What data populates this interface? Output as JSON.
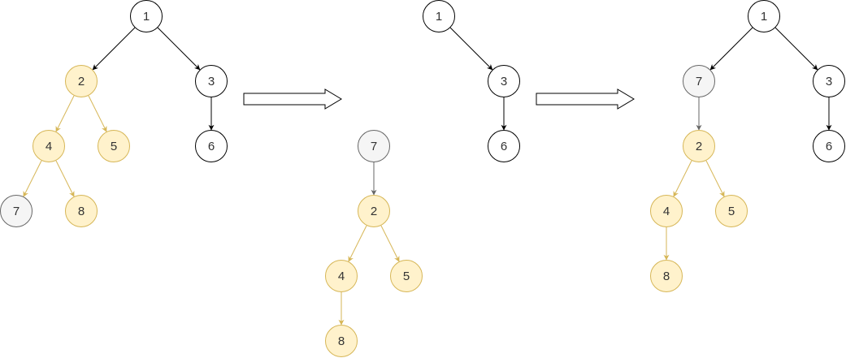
{
  "colors": {
    "default_fill": "#ffffff",
    "default_stroke": "#000000",
    "highlight_fill": "#fff2cc",
    "highlight_stroke": "#d6b656",
    "moved_fill": "#f5f5f5",
    "moved_stroke": "#666666",
    "text": "#333333",
    "arrow_stroke": "#000000"
  },
  "panels": [
    {
      "name": "original-tree",
      "nodes": [
        {
          "id": "a1",
          "label": "1",
          "style": "default"
        },
        {
          "id": "a2",
          "label": "2",
          "style": "highlight"
        },
        {
          "id": "a3",
          "label": "3",
          "style": "default"
        },
        {
          "id": "a4",
          "label": "4",
          "style": "highlight"
        },
        {
          "id": "a5",
          "label": "5",
          "style": "highlight"
        },
        {
          "id": "a6",
          "label": "6",
          "style": "default"
        },
        {
          "id": "a7",
          "label": "7",
          "style": "moved"
        },
        {
          "id": "a8",
          "label": "8",
          "style": "highlight"
        }
      ],
      "edges": [
        {
          "from": "a1",
          "to": "a2",
          "style": "default"
        },
        {
          "from": "a1",
          "to": "a3",
          "style": "default"
        },
        {
          "from": "a3",
          "to": "a6",
          "style": "default"
        },
        {
          "from": "a2",
          "to": "a4",
          "style": "highlight"
        },
        {
          "from": "a2",
          "to": "a5",
          "style": "highlight"
        },
        {
          "from": "a4",
          "to": "a7",
          "style": "highlight"
        },
        {
          "from": "a4",
          "to": "a8",
          "style": "highlight"
        }
      ]
    },
    {
      "name": "split-step",
      "nodes": [
        {
          "id": "b1",
          "label": "1",
          "style": "default"
        },
        {
          "id": "b3",
          "label": "3",
          "style": "default"
        },
        {
          "id": "b6",
          "label": "6",
          "style": "default"
        },
        {
          "id": "b7",
          "label": "7",
          "style": "moved"
        },
        {
          "id": "b2",
          "label": "2",
          "style": "highlight"
        },
        {
          "id": "b4",
          "label": "4",
          "style": "highlight"
        },
        {
          "id": "b5",
          "label": "5",
          "style": "highlight"
        },
        {
          "id": "b8",
          "label": "8",
          "style": "highlight"
        }
      ],
      "edges": [
        {
          "from": "b1",
          "to": "b3",
          "style": "default"
        },
        {
          "from": "b3",
          "to": "b6",
          "style": "default"
        },
        {
          "from": "b7",
          "to": "b2",
          "style": "moved"
        },
        {
          "from": "b2",
          "to": "b4",
          "style": "highlight"
        },
        {
          "from": "b2",
          "to": "b5",
          "style": "highlight"
        },
        {
          "from": "b4",
          "to": "b8",
          "style": "highlight"
        }
      ]
    },
    {
      "name": "result-tree",
      "nodes": [
        {
          "id": "c1",
          "label": "1",
          "style": "default"
        },
        {
          "id": "c7",
          "label": "7",
          "style": "moved"
        },
        {
          "id": "c3",
          "label": "3",
          "style": "default"
        },
        {
          "id": "c6",
          "label": "6",
          "style": "default"
        },
        {
          "id": "c2",
          "label": "2",
          "style": "highlight"
        },
        {
          "id": "c4",
          "label": "4",
          "style": "highlight"
        },
        {
          "id": "c5",
          "label": "5",
          "style": "highlight"
        },
        {
          "id": "c8",
          "label": "8",
          "style": "highlight"
        }
      ],
      "edges": [
        {
          "from": "c1",
          "to": "c7",
          "style": "default"
        },
        {
          "from": "c1",
          "to": "c3",
          "style": "default"
        },
        {
          "from": "c3",
          "to": "c6",
          "style": "default"
        },
        {
          "from": "c7",
          "to": "c2",
          "style": "moved"
        },
        {
          "from": "c2",
          "to": "c4",
          "style": "highlight"
        },
        {
          "from": "c2",
          "to": "c5",
          "style": "highlight"
        },
        {
          "from": "c4",
          "to": "c8",
          "style": "highlight"
        }
      ]
    }
  ],
  "transition_arrows": [
    {
      "name": "transition-arrow-1"
    },
    {
      "name": "transition-arrow-2"
    }
  ]
}
